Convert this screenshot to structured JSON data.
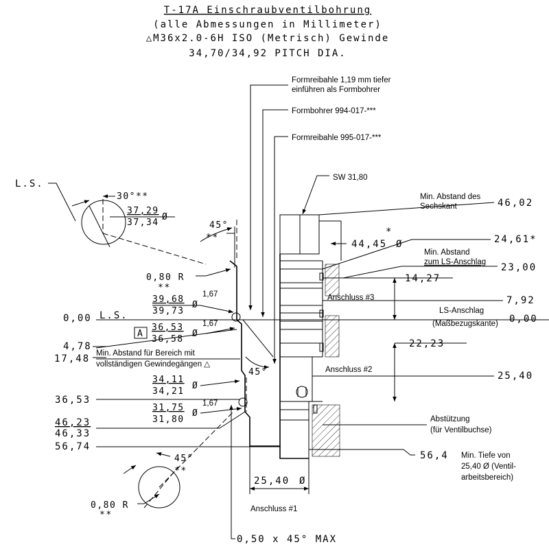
{
  "title": {
    "line1": "T-17A Einschraubventilbohrung",
    "line2": "(alle Abmessungen in Millimeter)",
    "line3": "△M36x2.0-6H ISO (Metrisch) Gewinde",
    "line4": "34,70/34,92 PITCH DIA."
  },
  "callouts": {
    "formreibahle_tiefer_1": "Formreibahle 1,19 mm tiefer",
    "formreibahle_tiefer_2": "einführen als Formbohrer",
    "formbohrer": "Formbohrer 994-017-***",
    "formreibahle": "Formreibahle 995-017-***",
    "sw": "SW 31,80"
  },
  "left_dims": {
    "ls": "L.S.",
    "angle_30": "30°**",
    "d37_29": "37,29",
    "d37_34": "37,34",
    "phi": "Ø",
    "angle_45_top": "45°",
    "stars": "**",
    "r080_top": "0,80 R",
    "d39_68": "39,68",
    "d39_73": "39,73",
    "d167": "1,67",
    "zero_ls": "0,00",
    "ls_line": "L.S.",
    "box_a": "A",
    "d36_53": "36,53",
    "d36_58": "36,58",
    "v4_78": "4,78",
    "v17_48": "17,48",
    "min_abstand_1": "Min. Abstand für Bereich mit",
    "min_abstand_2": "vollständigen Gewindegängen △",
    "angle_45_mid": "45°",
    "d34_11": "34,11",
    "d34_21": "34,21",
    "v36_53": "36,53",
    "d31_75": "31,75",
    "d31_80": "31,80",
    "v46_23": "46,23",
    "v46_33": "46,33",
    "v56_74": "56,74",
    "angle_45_bot": "45°",
    "r080_bot": "0,80 R",
    "chamfer": "0,50 x 45° MAX"
  },
  "right_dims": {
    "min_abstand_des": "Min. Abstand des",
    "sechskant": "Sechskant",
    "v46_02": "46,02",
    "d44_45": "44,45",
    "star": "*",
    "v24_61": "24,61*",
    "min_abstand_zum": "Min. Abstand",
    "zum_ls_anschlag": "zum LS-Anschlag",
    "v23_00": "23,00",
    "v14_27": "14,27",
    "anschluss3": "Anschluss #3",
    "v7_92": "7,92",
    "ls_anschlag": "LS-Anschlag",
    "massbezugskante": "(Maßbezugskante)",
    "v0_00": "0,00",
    "v22_23": "22,23",
    "anschluss2": "Anschluss #2",
    "v25_40": "25,40",
    "abstutzung": "Abstützung",
    "fur_ventilbuchse": "(für Ventilbuchse)",
    "v56_4": "56,4",
    "min_tiefe_1": "Min. Tiefe von",
    "min_tiefe_2": "25,40 Ø (Ventil-",
    "min_tiefe_3": "arbeitsbereich)",
    "d25_40": "25,40",
    "anschluss1": "Anschluss #1"
  }
}
